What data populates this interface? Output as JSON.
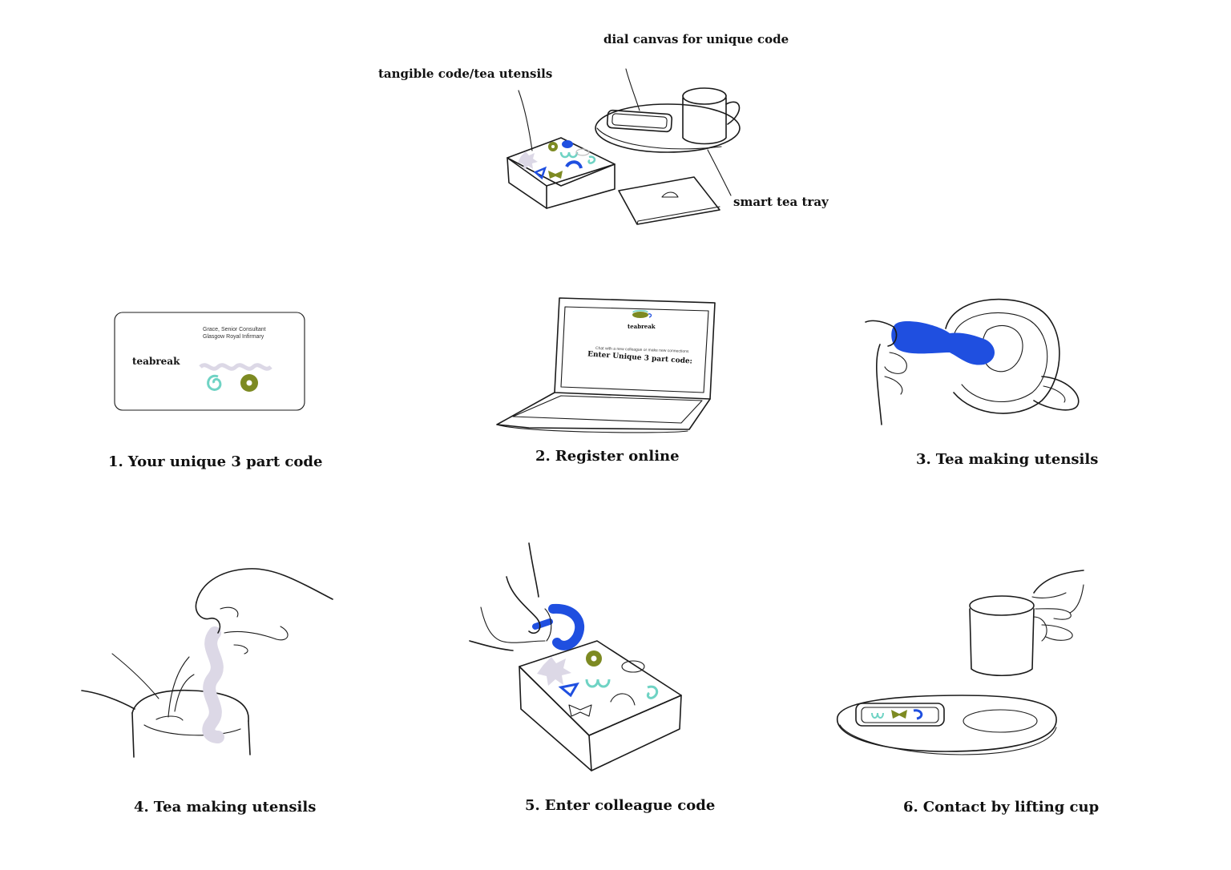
{
  "overview": {
    "labels": {
      "dial_canvas": "dial canvas for unique code",
      "tangible_code": "tangible code/tea utensils",
      "smart_tray": "smart tea tray"
    }
  },
  "steps": [
    {
      "number": "1.",
      "title": "Your unique 3 part code"
    },
    {
      "number": "2.",
      "title": "Register online"
    },
    {
      "number": "3.",
      "title": "Tea making utensils"
    },
    {
      "number": "4.",
      "title": "Tea making utensils"
    },
    {
      "number": "5.",
      "title": "Enter colleague code"
    },
    {
      "number": "6.",
      "title": "Contact by lifting cup"
    }
  ],
  "card": {
    "name_line": "Grace, Senior Consultant",
    "location_line": "Glasgow Royal Infirmary",
    "brand": "teabreak"
  },
  "laptop": {
    "brand": "teabreak",
    "small_text": "Chat with a new colleague or make new connections",
    "prompt": "Enter Unique 3 part code:"
  },
  "colors": {
    "ink": "#1b1b1b",
    "blue": "#1f4fe0",
    "olive": "#7d8a22",
    "mint": "#6fd3c4",
    "lilac": "#dcd8e6",
    "background": "#ffffff"
  },
  "icons": [
    "tea-box-icon",
    "tea-tray-icon",
    "cup-icon",
    "coaster-icon",
    "card-icon",
    "laptop-icon",
    "hand-icon",
    "bowtie-utensil-icon",
    "arc-utensil-icon",
    "wavy-stirrer-icon"
  ]
}
